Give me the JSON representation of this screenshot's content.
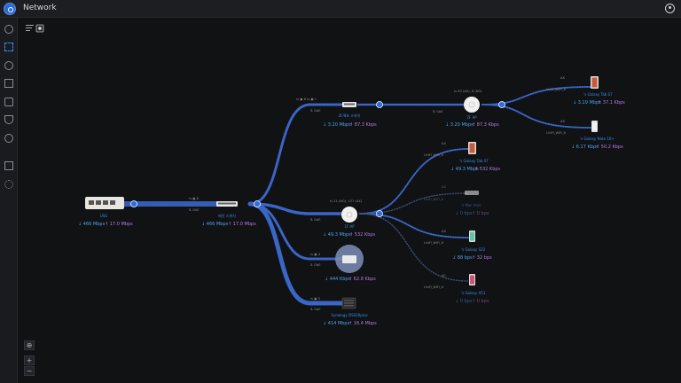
{
  "header": {
    "title": "Network"
  },
  "sidebar": {
    "items": [
      {
        "icon": "dashboard-icon"
      },
      {
        "icon": "topology-icon"
      },
      {
        "icon": "clients-icon"
      },
      {
        "icon": "statistics-icon"
      },
      {
        "icon": "devices-icon"
      },
      {
        "icon": "insights-icon"
      },
      {
        "icon": "events-icon"
      },
      {
        "icon": "notes-icon"
      },
      {
        "icon": "settings-icon"
      }
    ]
  },
  "toolbar": {
    "filter_icon": "filter-icon",
    "toggle_icon": "toggle-icon"
  },
  "zoom": {
    "center": "⊕",
    "in": "+",
    "out": "−"
  },
  "devices": [
    {
      "id": "gw",
      "name": "USG",
      "down": "↓ 466 Mbps",
      "up": "↑ 17.0 Mbps",
      "meta": ""
    },
    {
      "id": "sw1",
      "name": "메인 스위치",
      "down": "↓ 466 Mbps",
      "up": "↑ 17.0 Mbps",
      "meta": "⇆ ▣ 8",
      "meta2": "⇅ GbE"
    },
    {
      "id": "sw2",
      "name": "2F/8포 스위치",
      "down": "↓ 3.20 Mbps",
      "up": "↑ 87.3 Kbps",
      "meta": "⇆ ▣ 8  ⇆ ▣ 1",
      "meta2": "⇅ GbE"
    },
    {
      "id": "ap2",
      "name": "2F AP",
      "down": "↓ 3.20 Mbps",
      "up": "↑ 87.3 Kbps",
      "meta": "⇆ 40 (AX), 6 (NG)",
      "meta2": "⇅ GbE"
    },
    {
      "id": "ap1",
      "name": "1F AP",
      "down": "↓ 49.3 Mbps",
      "up": "↑ 532 Kbps",
      "meta": "⇆ 11 (NG), 157 (AX)",
      "meta2": "⇅ GbE"
    },
    {
      "id": "pc",
      "name": "",
      "down": "↓ 444 Kbps",
      "up": "↑ 62.8 Kbps",
      "meta": "⇆ ▣ 4",
      "meta2": "⇅ GbE"
    },
    {
      "id": "nas",
      "name": "Synology DS920plus",
      "down": "↓ 414 Mbps",
      "up": "↑ 16.4 Mbps",
      "meta": "⇆ ▣ 3",
      "meta2": "⇅ GbE"
    }
  ],
  "clients": [
    {
      "id": "c1",
      "name": "'s Galaxy Tab S7",
      "down": "↓ 3.19 Mbps",
      "up": "↑ 37.1 Kbps",
      "ssid": "UniFi_WiFi_6",
      "band": "AX"
    },
    {
      "id": "c2",
      "name": "'s Galaxy Note 10+",
      "down": "↓ 6.17 Kbps",
      "up": "↑ 50.2 Kbps",
      "ssid": "UniFi_WiFi_6",
      "band": "AX"
    },
    {
      "id": "c3",
      "name": "'s Galaxy Tab S7",
      "down": "↓ 49.3 Mbps",
      "up": "↑ 532 Kbps",
      "ssid": "UniFi_WiFi_6",
      "band": "AX"
    },
    {
      "id": "c4",
      "name": "'s Mac mini",
      "down": "↓ 0 bps",
      "up": "↑ 0 bps",
      "ssid": "UniFi_WiFi_6",
      "band": "AX"
    },
    {
      "id": "c5",
      "name": "'s Galaxy S22",
      "down": "↓ 88 bps",
      "up": "↑ 32 bps",
      "ssid": "UniFi_WiFi_6",
      "band": "AX"
    },
    {
      "id": "c6",
      "name": "'s Galaxy A51",
      "down": "↓ 0 bps",
      "up": "↑ 0 bps",
      "ssid": "UniFi_WiFi_6",
      "band": "AC"
    }
  ],
  "colors": {
    "link": "#3a66c8",
    "download": "#4aa3f0",
    "upload": "#b77ae6",
    "name": "#3a8df0"
  }
}
